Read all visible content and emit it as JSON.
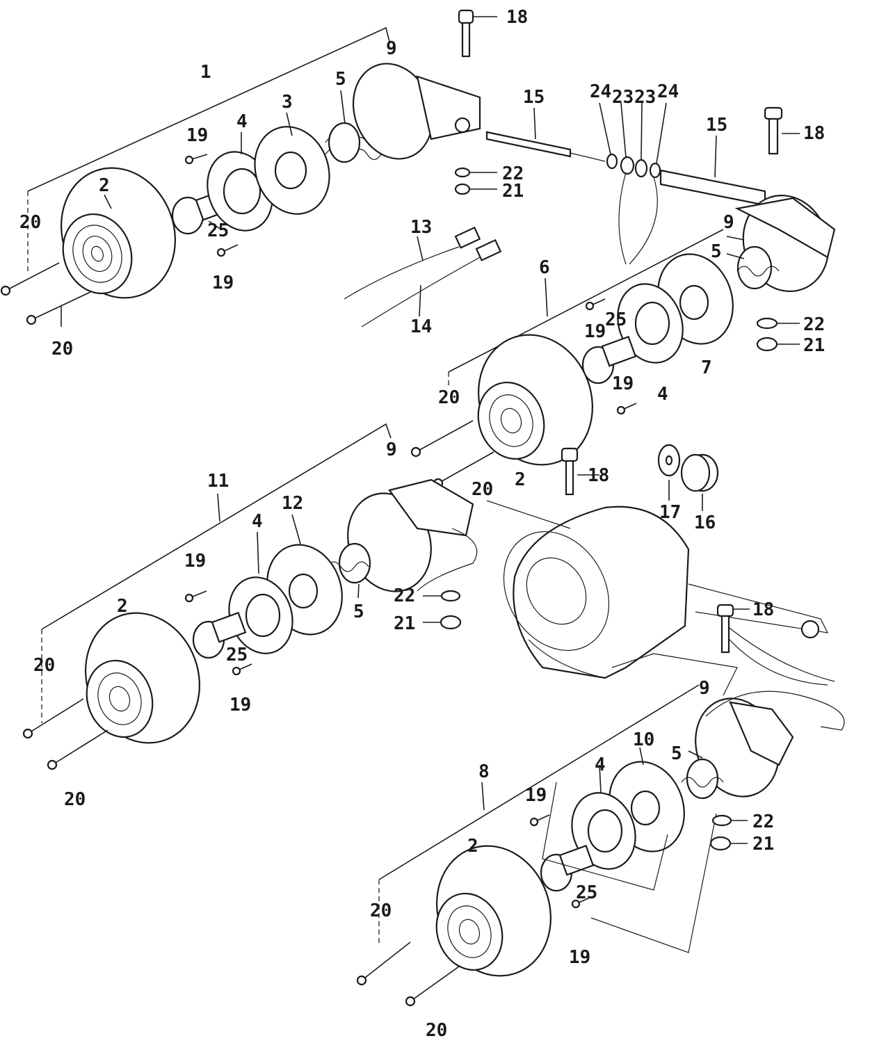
{
  "diagram": {
    "callouts": [
      {
        "id": "c18a",
        "text": "18"
      },
      {
        "id": "c1",
        "text": "1"
      },
      {
        "id": "c9a",
        "text": "9"
      },
      {
        "id": "c15a",
        "text": "15"
      },
      {
        "id": "c24a",
        "text": "24"
      },
      {
        "id": "c23a",
        "text": "23"
      },
      {
        "id": "c23b",
        "text": "23"
      },
      {
        "id": "c24b",
        "text": "24"
      },
      {
        "id": "c15b",
        "text": "15"
      },
      {
        "id": "c18b",
        "text": "18"
      },
      {
        "id": "c5a",
        "text": "5"
      },
      {
        "id": "c3",
        "text": "3"
      },
      {
        "id": "c4a",
        "text": "4"
      },
      {
        "id": "c19a",
        "text": "19"
      },
      {
        "id": "c22a",
        "text": "22"
      },
      {
        "id": "c21a",
        "text": "21"
      },
      {
        "id": "c2a",
        "text": "2"
      },
      {
        "id": "c20a",
        "text": "20"
      },
      {
        "id": "c25a",
        "text": "25"
      },
      {
        "id": "c19b",
        "text": "19"
      },
      {
        "id": "c20b",
        "text": "20"
      },
      {
        "id": "c13",
        "text": "13"
      },
      {
        "id": "c14",
        "text": "14"
      },
      {
        "id": "c9b",
        "text": "9"
      },
      {
        "id": "c5b",
        "text": "5"
      },
      {
        "id": "c6",
        "text": "6"
      },
      {
        "id": "c19c",
        "text": "19"
      },
      {
        "id": "c25b",
        "text": "25"
      },
      {
        "id": "c22b",
        "text": "22"
      },
      {
        "id": "c21b",
        "text": "21"
      },
      {
        "id": "c7",
        "text": "7"
      },
      {
        "id": "c19d",
        "text": "19"
      },
      {
        "id": "c4b",
        "text": "4"
      },
      {
        "id": "c20c",
        "text": "20"
      },
      {
        "id": "c2b",
        "text": "2"
      },
      {
        "id": "c18c",
        "text": "18"
      },
      {
        "id": "c20d",
        "text": "20"
      },
      {
        "id": "c17",
        "text": "17"
      },
      {
        "id": "c16",
        "text": "16"
      },
      {
        "id": "c9c",
        "text": "9"
      },
      {
        "id": "c11",
        "text": "11"
      },
      {
        "id": "c12",
        "text": "12"
      },
      {
        "id": "c4c",
        "text": "4"
      },
      {
        "id": "c19e",
        "text": "19"
      },
      {
        "id": "c5c",
        "text": "5"
      },
      {
        "id": "c22c",
        "text": "22"
      },
      {
        "id": "c21c",
        "text": "21"
      },
      {
        "id": "c2c",
        "text": "2"
      },
      {
        "id": "c25c",
        "text": "25"
      },
      {
        "id": "c19f",
        "text": "19"
      },
      {
        "id": "c20e",
        "text": "20"
      },
      {
        "id": "c20f",
        "text": "20"
      },
      {
        "id": "c18d",
        "text": "18"
      },
      {
        "id": "c9d",
        "text": "9"
      },
      {
        "id": "c10",
        "text": "10"
      },
      {
        "id": "c5d",
        "text": "5"
      },
      {
        "id": "c8",
        "text": "8"
      },
      {
        "id": "c4d",
        "text": "4"
      },
      {
        "id": "c19g",
        "text": "19"
      },
      {
        "id": "c22d",
        "text": "22"
      },
      {
        "id": "c21d",
        "text": "21"
      },
      {
        "id": "c2d",
        "text": "2"
      },
      {
        "id": "c25d",
        "text": "25"
      },
      {
        "id": "c20g",
        "text": "20"
      },
      {
        "id": "c19h",
        "text": "19"
      },
      {
        "id": "c20h",
        "text": "20"
      }
    ]
  }
}
